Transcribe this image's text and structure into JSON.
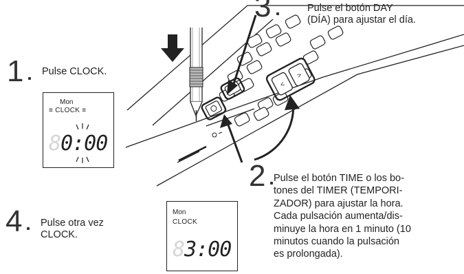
{
  "steps": [
    {
      "number": "1",
      "text": "Pulse CLOCK."
    },
    {
      "number": "2",
      "text": "Pulse el botón TIME o los bo-\ntones del TIMER (TEMPORI-\nZADOR) para ajustar la hora.\nCada pulsación aumenta/dis-\nminuye la hora en 1 minuto (10\nminutos cuando la pulsación\nes prolongada)."
    },
    {
      "number": "3",
      "text": "Pulse el botón DAY\n(DÍA) para ajustar el día."
    },
    {
      "number": "4",
      "text": "Pulse otra vez\nCLOCK."
    }
  ],
  "display_1": {
    "day": "Mon",
    "label": "CLOCK",
    "ghost_digit": "8",
    "digits": "0:00"
  },
  "display_4": {
    "day": "Mon",
    "label": "CLOCK",
    "ghost_digit": "8",
    "digits": "3:00"
  },
  "remote_icons": [
    "pen-stylus",
    "down-arrow",
    "clock-button",
    "day-button",
    "time-buttons"
  ]
}
